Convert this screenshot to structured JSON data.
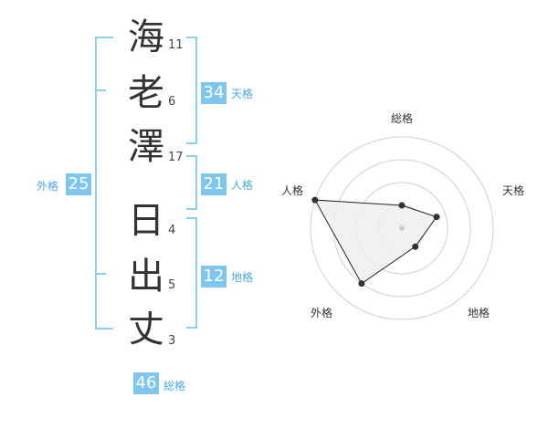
{
  "colors": {
    "bracket": "#8ecff0",
    "badge_bg": "#7ec6f0",
    "label_text": "#4aa8e0",
    "grid": "#d0d0d0",
    "area_fill": "#efefef",
    "point": "#333333"
  },
  "name": {
    "characters": [
      {
        "char": "海",
        "strokes": "11"
      },
      {
        "char": "老",
        "strokes": "6"
      },
      {
        "char": "澤",
        "strokes": "17"
      },
      {
        "char": "日",
        "strokes": "4"
      },
      {
        "char": "出",
        "strokes": "5"
      },
      {
        "char": "丈",
        "strokes": "3"
      }
    ]
  },
  "kakusu": {
    "tenkaku": {
      "value": "34",
      "label": "天格"
    },
    "jinkaku": {
      "value": "21",
      "label": "人格"
    },
    "chikaku": {
      "value": "12",
      "label": "地格"
    },
    "gaikaku": {
      "value": "25",
      "label": "外格"
    },
    "soukaku": {
      "value": "46",
      "label": "総格"
    }
  },
  "chart_data": {
    "type": "radar",
    "axes": [
      "総格",
      "天格",
      "地格",
      "外格",
      "人格"
    ],
    "values": [
      0.25,
      0.4,
      0.25,
      0.75,
      1.0
    ],
    "max": 1.0,
    "rings": 4
  }
}
